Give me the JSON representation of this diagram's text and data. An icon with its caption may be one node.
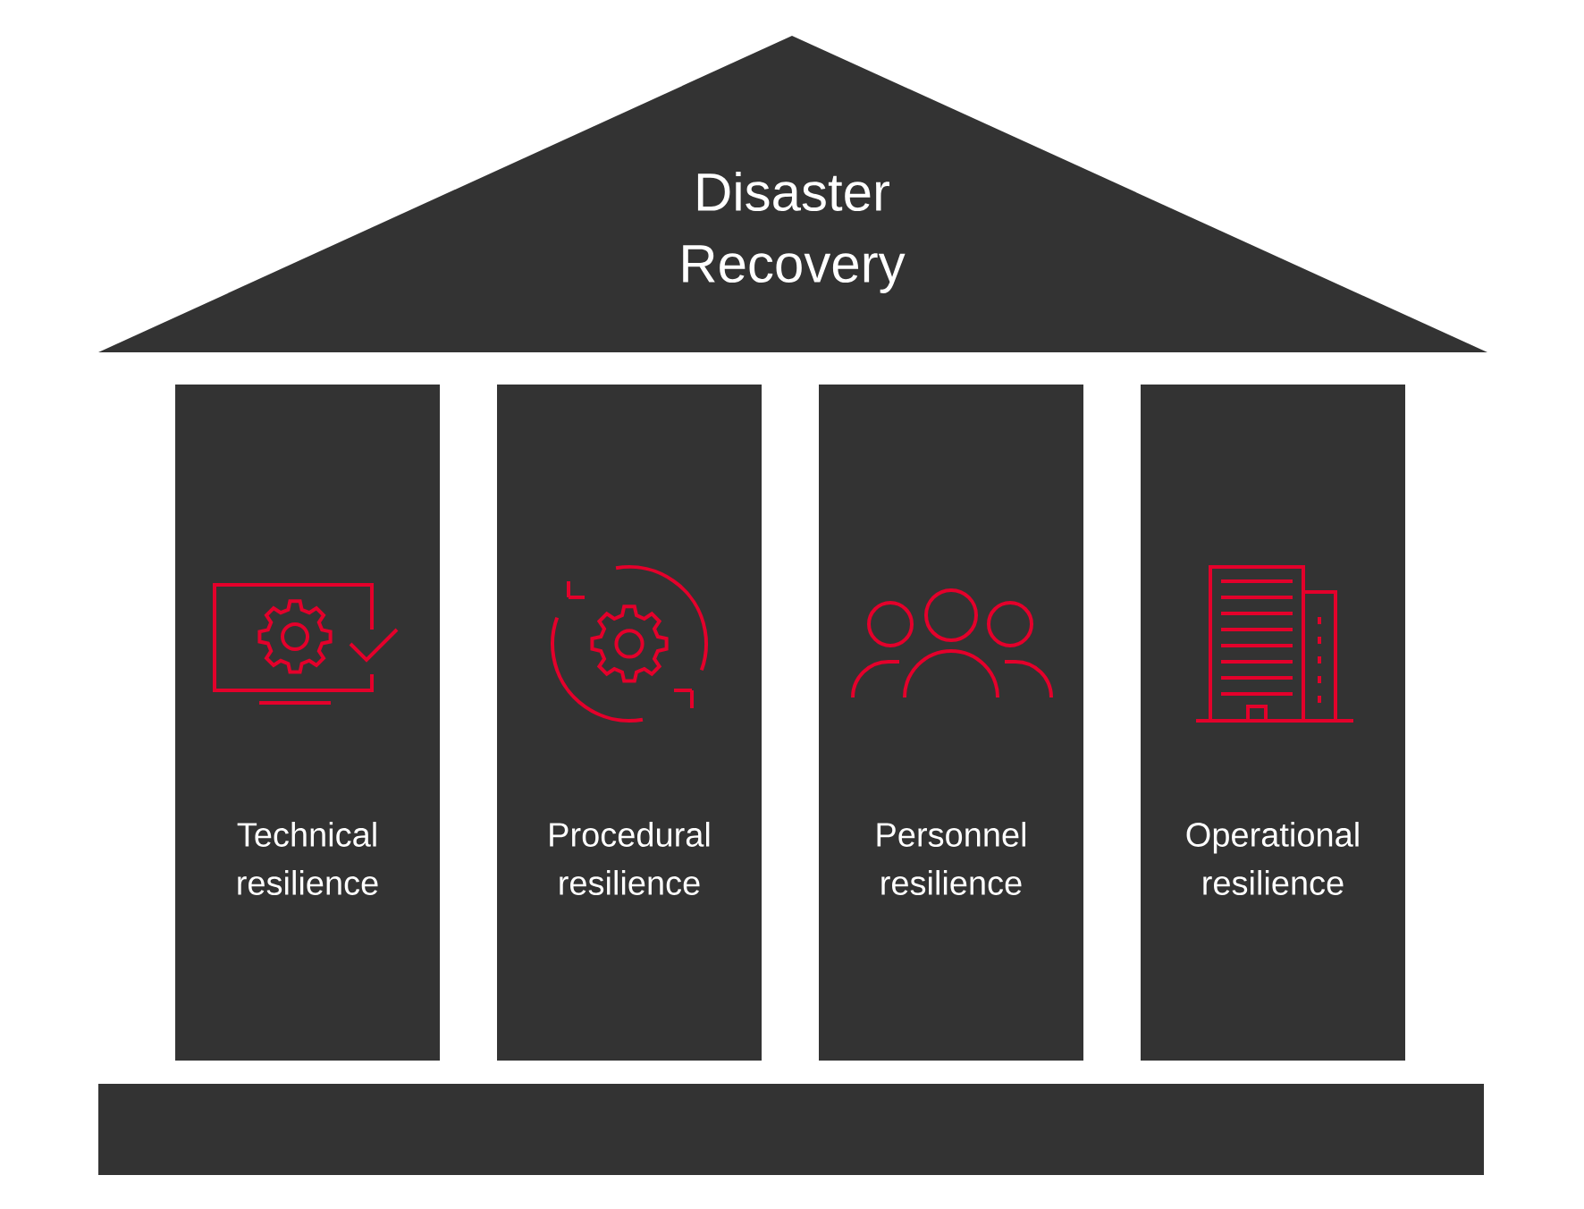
{
  "diagram": {
    "nodes": [
      {
        "text": [
          "Disaster Recovery"
        ]
      },
      {
        "text": [
          "Technical resilience"
        ]
      },
      {
        "text": [
          "Procedural resilience"
        ]
      },
      {
        "text": [
          "Personnel resilience"
        ]
      },
      {
        "text": [
          "Operational resilience"
        ]
      },
      {
        "text": [],
        "shape": "bar"
      }
    ],
    "edges": []
  }
}
